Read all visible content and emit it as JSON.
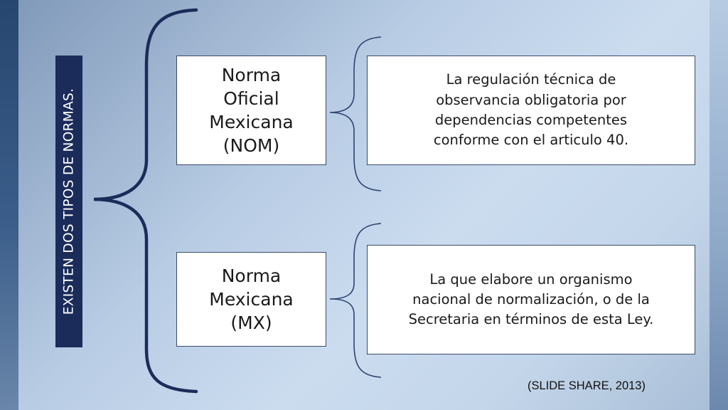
{
  "title": "EXISTEN DOS TIPOS DE NORMAS.",
  "types": [
    {
      "name": "Norma Oficial Mexicana (NOM)",
      "lines": [
        "Norma",
        "Oficial",
        "Mexicana",
        "(NOM)"
      ],
      "description": "La regulación técnica de observancia obligatoria por dependencias competentes conforme con el articulo 40.",
      "description_lines": [
        "La regulación técnica de",
        "observancia obligatoria por",
        "dependencias competentes",
        "conforme con el articulo 40."
      ]
    },
    {
      "name": "Norma Mexicana (MX)",
      "lines": [
        "Norma",
        "Mexicana",
        "(MX)"
      ],
      "description": "La que elabore un organismo nacional de normalización, o de la Secretaria en términos de esta Ley.",
      "description_lines": [
        "La que elabore un organismo",
        "nacional de normalización, o de la",
        "Secretaria en términos de esta Ley."
      ]
    }
  ],
  "citation": "(SLIDE SHARE, 2013)",
  "colors": {
    "title_bar": "#1b2c5a",
    "bracket_main": "#1b2c5a",
    "bracket_sub": "#2d4470",
    "box_border": "#3a4b6a"
  }
}
